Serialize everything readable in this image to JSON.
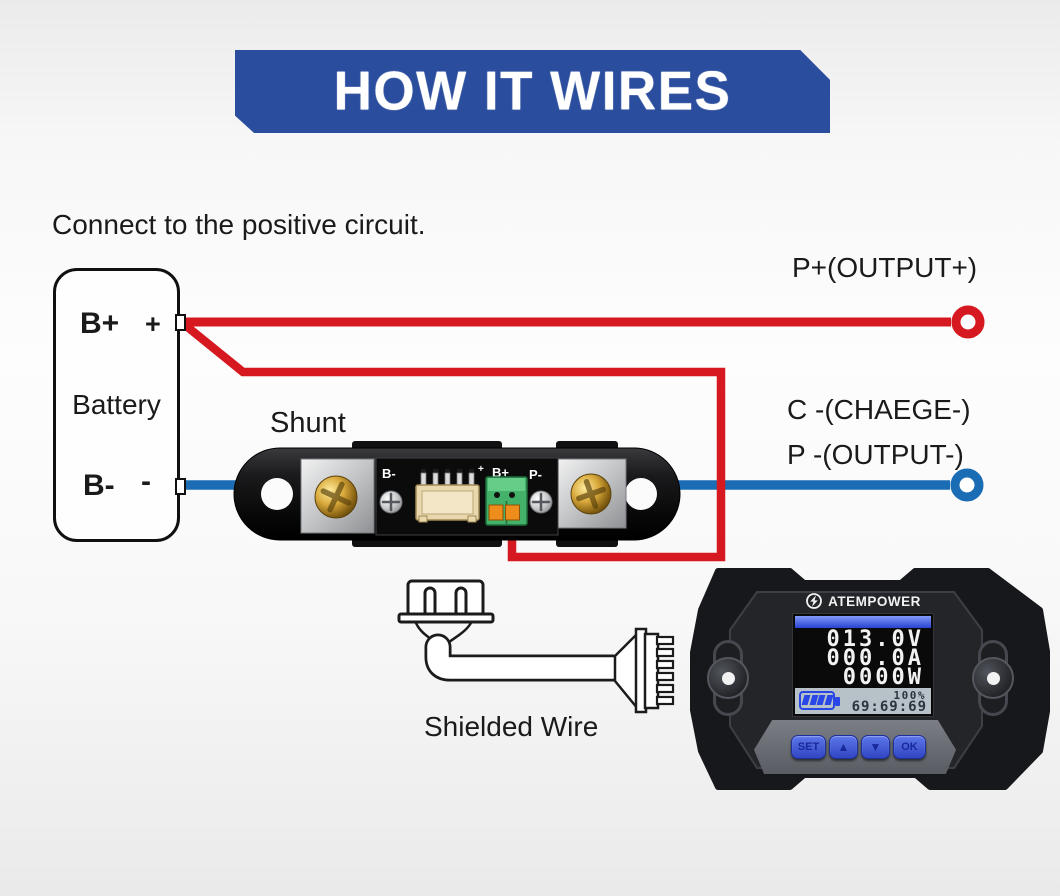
{
  "colors": {
    "banner-blue": "#2b4d9e",
    "wire-pos": "#d61820",
    "wire-neg": "#1a6cb4",
    "ink": "#1a1a1a",
    "lcd-blue": "#2946e6",
    "lcd-panel": "#b7c1c8"
  },
  "banner": {
    "title": "HOW IT WIRES"
  },
  "instruction": {
    "text": "Connect to the positive circuit."
  },
  "battery": {
    "name": "Battery",
    "positive_terminal": "B+",
    "positive_sign": "+",
    "negative_terminal": "B-",
    "negative_sign": "-"
  },
  "labels": {
    "shunt": "Shunt",
    "output_positive": "P+(OUTPUT+)",
    "charge_negative": "C -(CHAEGE-)",
    "output_negative": "P -(OUTPUT-)",
    "shielded_wire": "Shielded Wire"
  },
  "shunt_pcb": {
    "b_minus": "B-",
    "plus_mark": "+",
    "b_plus": "B+",
    "p_minus": "P-"
  },
  "monitor": {
    "brand": "ATEMPOWER",
    "lcd": {
      "voltage": "013.0V",
      "current": "000.0A",
      "power": "0000W",
      "battery_percent": "100%",
      "time": "69:69:69"
    },
    "buttons": [
      {
        "label": "SET"
      },
      {
        "label": "▲"
      },
      {
        "label": "▼"
      },
      {
        "label": "OK"
      }
    ]
  }
}
